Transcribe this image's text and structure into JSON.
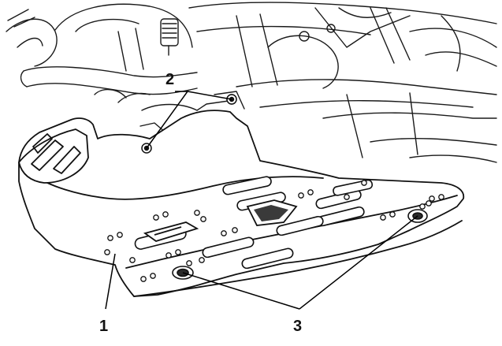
{
  "figure": {
    "callouts": [
      {
        "id": "1",
        "label": "1"
      },
      {
        "id": "2",
        "label": "2"
      },
      {
        "id": "3",
        "label": "3"
      }
    ]
  }
}
